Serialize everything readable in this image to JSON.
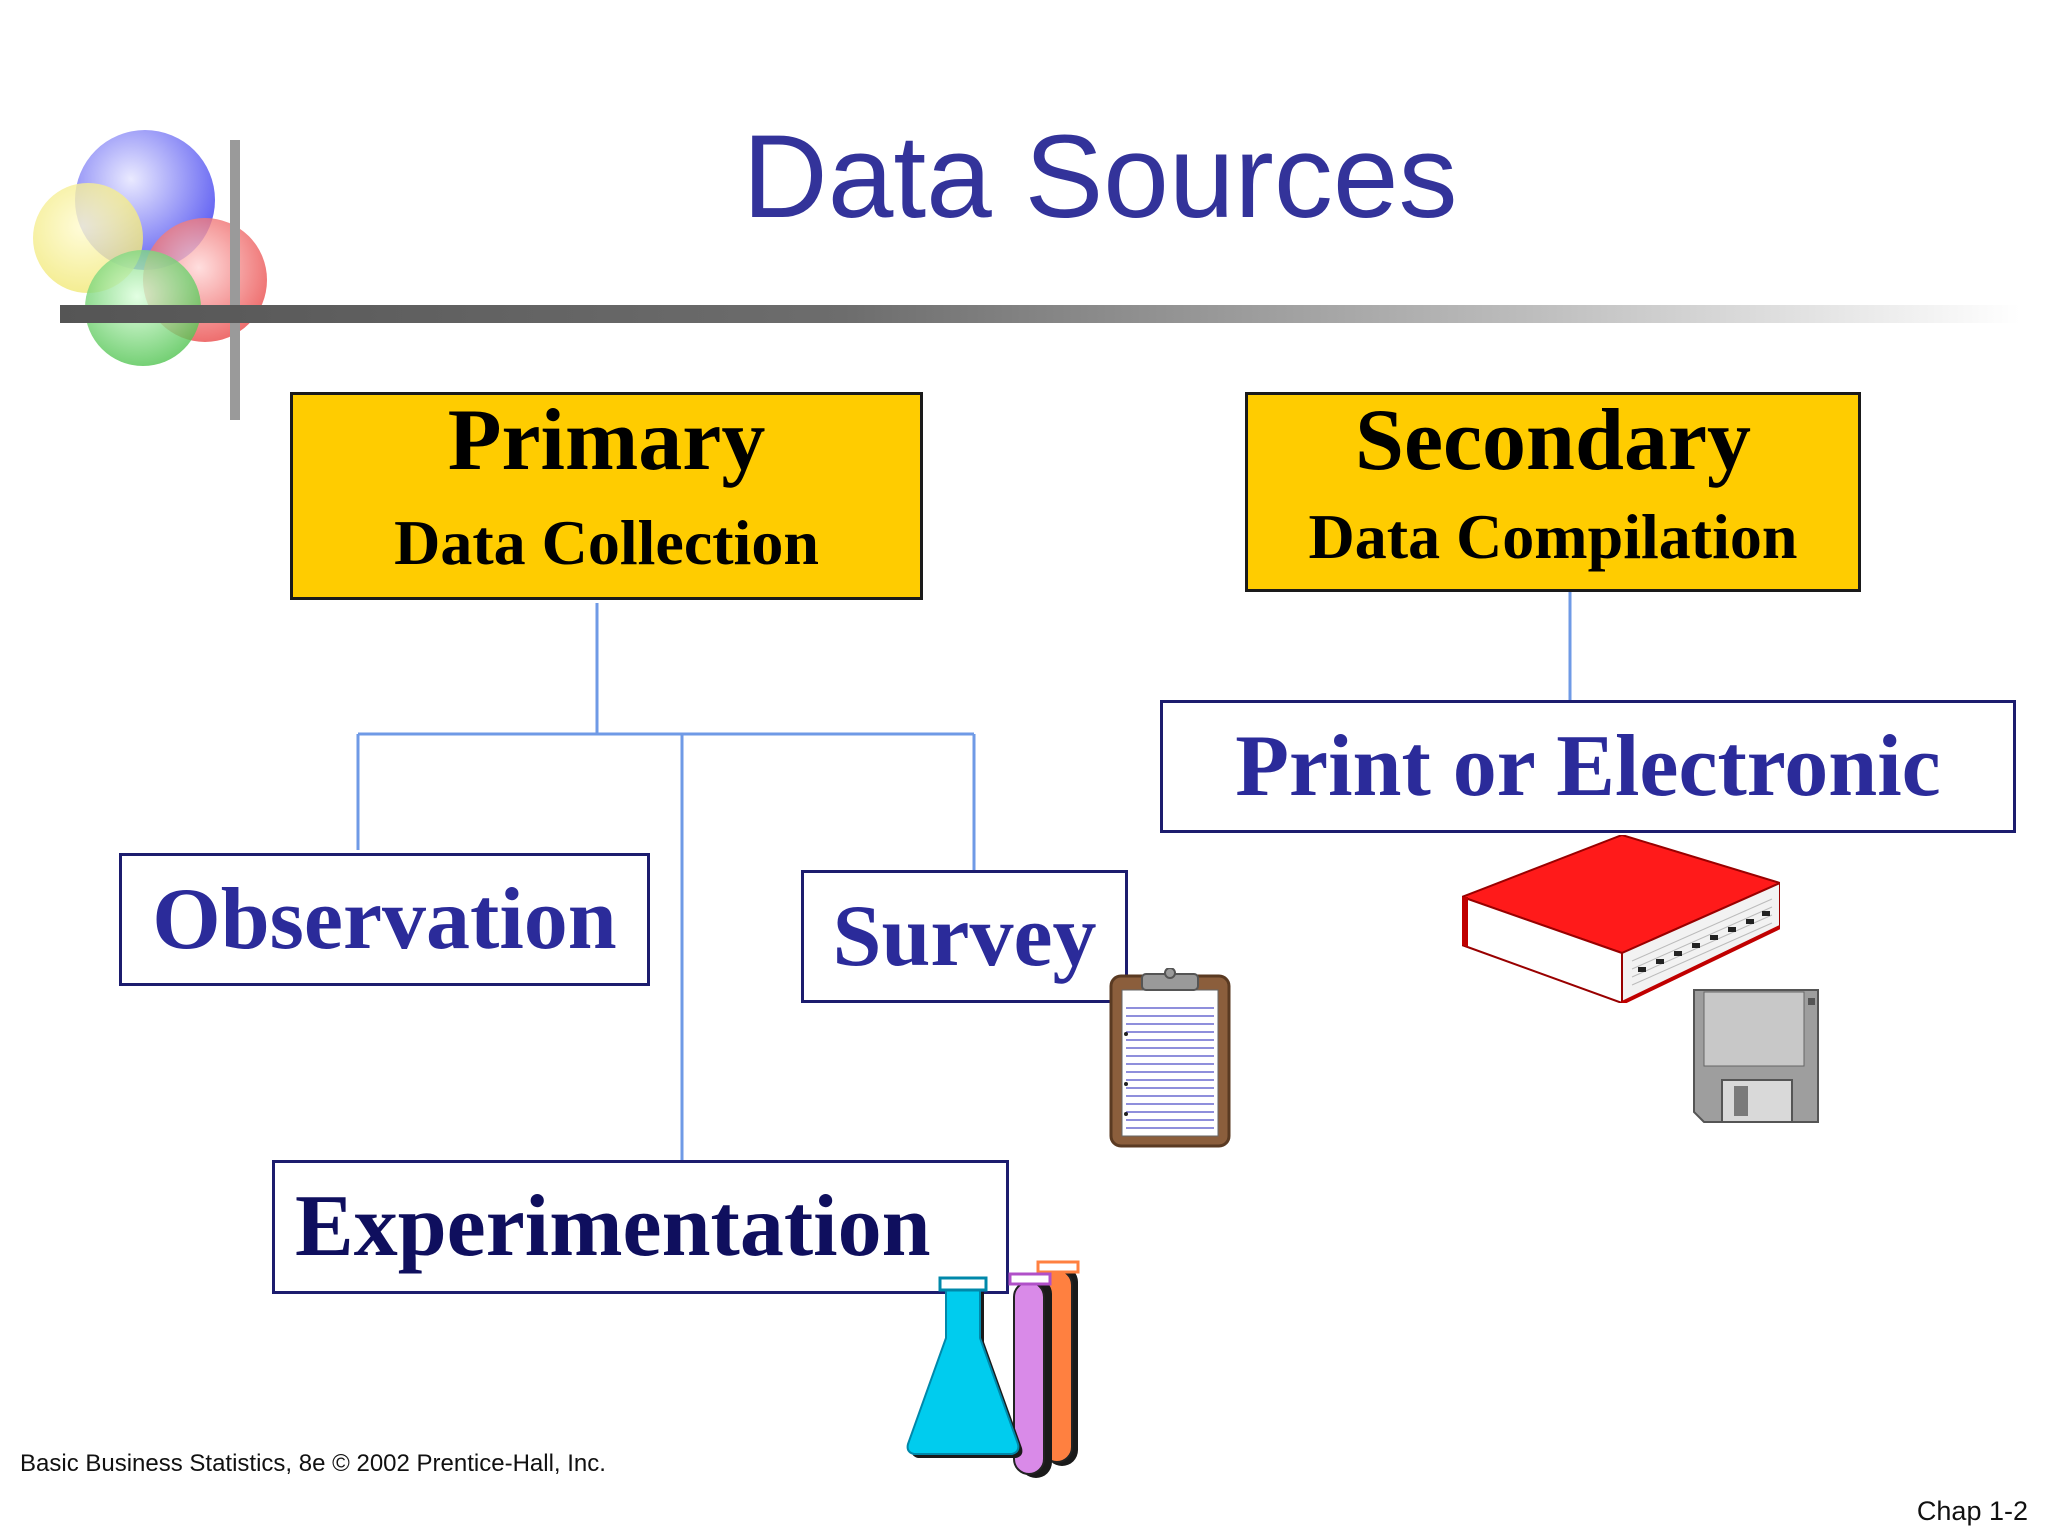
{
  "title": "Data Sources",
  "primary": {
    "heading": "Primary",
    "subheading": "Data Collection"
  },
  "secondary": {
    "heading": "Secondary",
    "subheading": "Data Compilation"
  },
  "primary_children": {
    "observation": "Observation",
    "survey": "Survey",
    "experimentation": "Experimentation"
  },
  "secondary_child": "Print or Electronic",
  "footer": {
    "left": "Basic Business Statistics, 8e © 2002 Prentice-Hall, Inc.",
    "right": "Chap 1-2"
  },
  "colors": {
    "title": "#33339a",
    "box_fill_highlight": "#ffcc00",
    "leaf_text": "#2b2b9a",
    "connector": "#6f9ae6"
  },
  "icons": [
    "overlapping-circles-logo-icon",
    "clipboard-icon",
    "red-book-icon",
    "floppy-disk-icon",
    "lab-glassware-icon"
  ]
}
